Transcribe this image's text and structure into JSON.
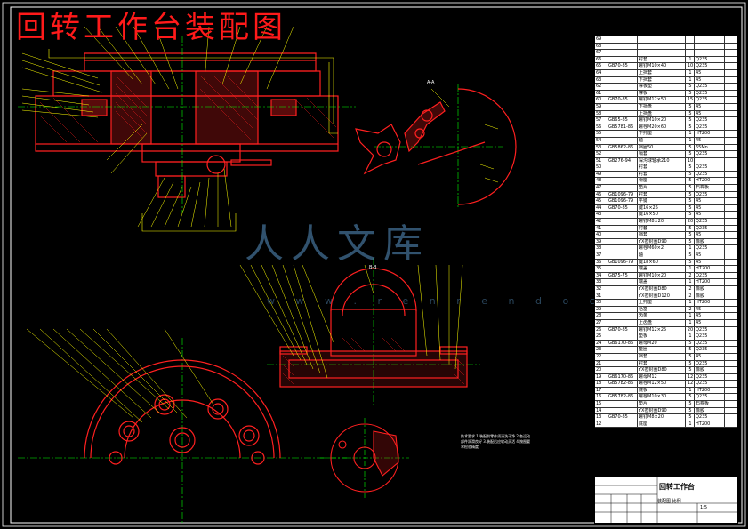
{
  "drawing": {
    "title": "回转工作台装配图",
    "watermark": "人人文库",
    "watermark_url": "w w w . r e n r e n d o c . c o m",
    "section_label_a": "A-A",
    "section_label_b": "B-B",
    "notes": "技术要求 1.装配前零件须清洗干净 2.各运动部件润滑良好 3.装配后应转动灵活 4.按图要求检验精度"
  },
  "colors": {
    "background": "#000000",
    "outline": "#ff2020",
    "leader": "#ffff00",
    "centerline": "#00ff00",
    "hatch": "#ff2020",
    "frame": "#ffffff"
  },
  "bom": [
    {
      "no": "69",
      "code": "",
      "name": "",
      "qty": "",
      "mat": "",
      "note": ""
    },
    {
      "no": "68",
      "code": "",
      "name": "",
      "qty": "",
      "mat": "",
      "note": ""
    },
    {
      "no": "67",
      "code": "",
      "name": "",
      "qty": "",
      "mat": "",
      "note": ""
    },
    {
      "no": "66",
      "code": "",
      "name": "衬套",
      "qty": "1",
      "mat": "Q235",
      "note": ""
    },
    {
      "no": "65",
      "code": "GB70-85",
      "name": "螺钉M10×40",
      "qty": "10",
      "mat": "Q235",
      "note": ""
    },
    {
      "no": "64",
      "code": "",
      "name": "上挡套",
      "qty": "1",
      "mat": "45",
      "note": ""
    },
    {
      "no": "63",
      "code": "",
      "name": "下挡套",
      "qty": "1",
      "mat": "45",
      "note": ""
    },
    {
      "no": "62",
      "code": "",
      "name": "撑板垫",
      "qty": "5",
      "mat": "Q235",
      "note": ""
    },
    {
      "no": "61",
      "code": "",
      "name": "撑板",
      "qty": "5",
      "mat": "Q235",
      "note": ""
    },
    {
      "no": "60",
      "code": "GB70-85",
      "name": "螺钉M12×50",
      "qty": "15",
      "mat": "Q235",
      "note": ""
    },
    {
      "no": "59",
      "code": "",
      "name": "下挡盘",
      "qty": "5",
      "mat": "45",
      "note": ""
    },
    {
      "no": "58",
      "code": "",
      "name": "上挡盘",
      "qty": "5",
      "mat": "45",
      "note": ""
    },
    {
      "no": "57",
      "code": "GB65-85",
      "name": "螺钉M10×20",
      "qty": "5",
      "mat": "Q235",
      "note": ""
    },
    {
      "no": "56",
      "code": "GB5781-86",
      "name": "螺栓M20×60",
      "qty": "5",
      "mat": "Q235",
      "note": ""
    },
    {
      "no": "55",
      "code": "",
      "name": "下托座",
      "qty": "1",
      "mat": "HT200",
      "note": ""
    },
    {
      "no": "54",
      "code": "",
      "name": "轴",
      "qty": "1",
      "mat": "45",
      "note": ""
    },
    {
      "no": "53",
      "code": "GB5862-86",
      "name": "挡圈50",
      "qty": "5",
      "mat": "65Mn",
      "note": ""
    },
    {
      "no": "52",
      "code": "",
      "name": "隔套",
      "qty": "5",
      "mat": "Q235",
      "note": ""
    },
    {
      "no": "51",
      "code": "GB276-94",
      "name": "深沟球轴承210",
      "qty": "10",
      "mat": "",
      "note": ""
    },
    {
      "no": "50",
      "code": "",
      "name": "衬套",
      "qty": "5",
      "mat": "Q235",
      "note": ""
    },
    {
      "no": "49",
      "code": "",
      "name": "衬套",
      "qty": "5",
      "mat": "Q235",
      "note": ""
    },
    {
      "no": "48",
      "code": "",
      "name": "滑座",
      "qty": "5",
      "mat": "HT200",
      "note": ""
    },
    {
      "no": "47",
      "code": "",
      "name": "垫片",
      "qty": "5",
      "mat": "石棉板",
      "note": ""
    },
    {
      "no": "46",
      "code": "GB1096-79",
      "name": "衬套",
      "qty": "5",
      "mat": "Q235",
      "note": ""
    },
    {
      "no": "45",
      "code": "GB1096-79",
      "name": "平键",
      "qty": "5",
      "mat": "45",
      "note": ""
    },
    {
      "no": "44",
      "code": "GB70-85",
      "name": "键16×25",
      "qty": "5",
      "mat": "45",
      "note": ""
    },
    {
      "no": "43",
      "code": "",
      "name": "键16×50",
      "qty": "5",
      "mat": "45",
      "note": ""
    },
    {
      "no": "42",
      "code": "",
      "name": "螺钉M8×20",
      "qty": "20",
      "mat": "Q235",
      "note": ""
    },
    {
      "no": "41",
      "code": "",
      "name": "衬套",
      "qty": "5",
      "mat": "Q235",
      "note": ""
    },
    {
      "no": "40",
      "code": "",
      "name": "挡套",
      "qty": "5",
      "mat": "45",
      "note": ""
    },
    {
      "no": "39",
      "code": "",
      "name": "YX密封圈D90",
      "qty": "5",
      "mat": "橡胶",
      "note": ""
    },
    {
      "no": "38",
      "code": "",
      "name": "螺栓M60×2",
      "qty": "1",
      "mat": "Q235",
      "note": ""
    },
    {
      "no": "37",
      "code": "",
      "name": "轴",
      "qty": "5",
      "mat": "45",
      "note": ""
    },
    {
      "no": "36",
      "code": "GB1096-79",
      "name": "键18×60",
      "qty": "5",
      "mat": "45",
      "note": ""
    },
    {
      "no": "35",
      "code": "",
      "name": "端盖",
      "qty": "1",
      "mat": "HT200",
      "note": ""
    },
    {
      "no": "34",
      "code": "GB75-75",
      "name": "螺钉M10×20",
      "qty": "2",
      "mat": "Q235",
      "note": ""
    },
    {
      "no": "33",
      "code": "",
      "name": "端盖",
      "qty": "1",
      "mat": "HT200",
      "note": ""
    },
    {
      "no": "32",
      "code": "",
      "name": "YX密封圈D80",
      "qty": "2",
      "mat": "橡胶",
      "note": ""
    },
    {
      "no": "31",
      "code": "",
      "name": "YX密封圈D120",
      "qty": "2",
      "mat": "橡胶",
      "note": ""
    },
    {
      "no": "30",
      "code": "",
      "name": "上托座",
      "qty": "1",
      "mat": "HT200",
      "note": ""
    },
    {
      "no": "29",
      "code": "",
      "name": "活塞",
      "qty": "2",
      "mat": "45",
      "note": ""
    },
    {
      "no": "28",
      "code": "",
      "name": "齿条",
      "qty": "1",
      "mat": "45",
      "note": ""
    },
    {
      "no": "27",
      "code": "",
      "name": "上齿盘",
      "qty": "1",
      "mat": "45",
      "note": ""
    },
    {
      "no": "26",
      "code": "GB70-85",
      "name": "螺钉M12×25",
      "qty": "20",
      "mat": "Q235",
      "note": ""
    },
    {
      "no": "25",
      "code": "",
      "name": "垫板",
      "qty": "1",
      "mat": "Q235",
      "note": ""
    },
    {
      "no": "24",
      "code": "GB6170-86",
      "name": "螺母M20",
      "qty": "5",
      "mat": "Q235",
      "note": ""
    },
    {
      "no": "23",
      "code": "",
      "name": "垫圈",
      "qty": "5",
      "mat": "Q235",
      "note": ""
    },
    {
      "no": "22",
      "code": "",
      "name": "挡套",
      "qty": "5",
      "mat": "45",
      "note": ""
    },
    {
      "no": "21",
      "code": "",
      "name": "衬套",
      "qty": "5",
      "mat": "Q235",
      "note": ""
    },
    {
      "no": "20",
      "code": "",
      "name": "YX密封圈D80",
      "qty": "5",
      "mat": "橡胶",
      "note": ""
    },
    {
      "no": "19",
      "code": "GB6170-86",
      "name": "螺母M12",
      "qty": "12",
      "mat": "Q235",
      "note": ""
    },
    {
      "no": "18",
      "code": "GB5782-86",
      "name": "螺栓M12×50",
      "qty": "12",
      "mat": "Q235",
      "note": ""
    },
    {
      "no": "17",
      "code": "",
      "name": "底板",
      "qty": "1",
      "mat": "HT200",
      "note": ""
    },
    {
      "no": "16",
      "code": "GB5782-86",
      "name": "螺栓M10×30",
      "qty": "5",
      "mat": "Q235",
      "note": ""
    },
    {
      "no": "15",
      "code": "",
      "name": "垫片",
      "qty": "5",
      "mat": "石棉板",
      "note": ""
    },
    {
      "no": "14",
      "code": "",
      "name": "YX密封圈D90",
      "qty": "5",
      "mat": "橡胶",
      "note": ""
    },
    {
      "no": "13",
      "code": "GB70-85",
      "name": "螺钉M8×20",
      "qty": "5",
      "mat": "Q235",
      "note": ""
    },
    {
      "no": "12",
      "code": "",
      "name": "底座",
      "qty": "1",
      "mat": "HT200",
      "note": ""
    }
  ],
  "titleblock": {
    "name": "回转工作台",
    "sub": "装配图 比例",
    "scale": "1:5"
  }
}
